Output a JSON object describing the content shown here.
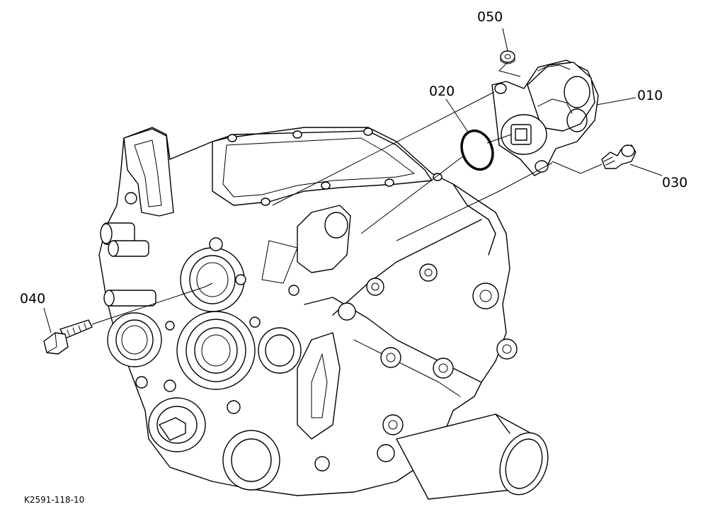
{
  "diagram": {
    "callouts": [
      {
        "id": "callout-050",
        "label": "050"
      },
      {
        "id": "callout-020",
        "label": "020"
      },
      {
        "id": "callout-010",
        "label": "010"
      },
      {
        "id": "callout-030",
        "label": "030"
      },
      {
        "id": "callout-040",
        "label": "040"
      }
    ],
    "document_id": "K2591-118-10"
  }
}
